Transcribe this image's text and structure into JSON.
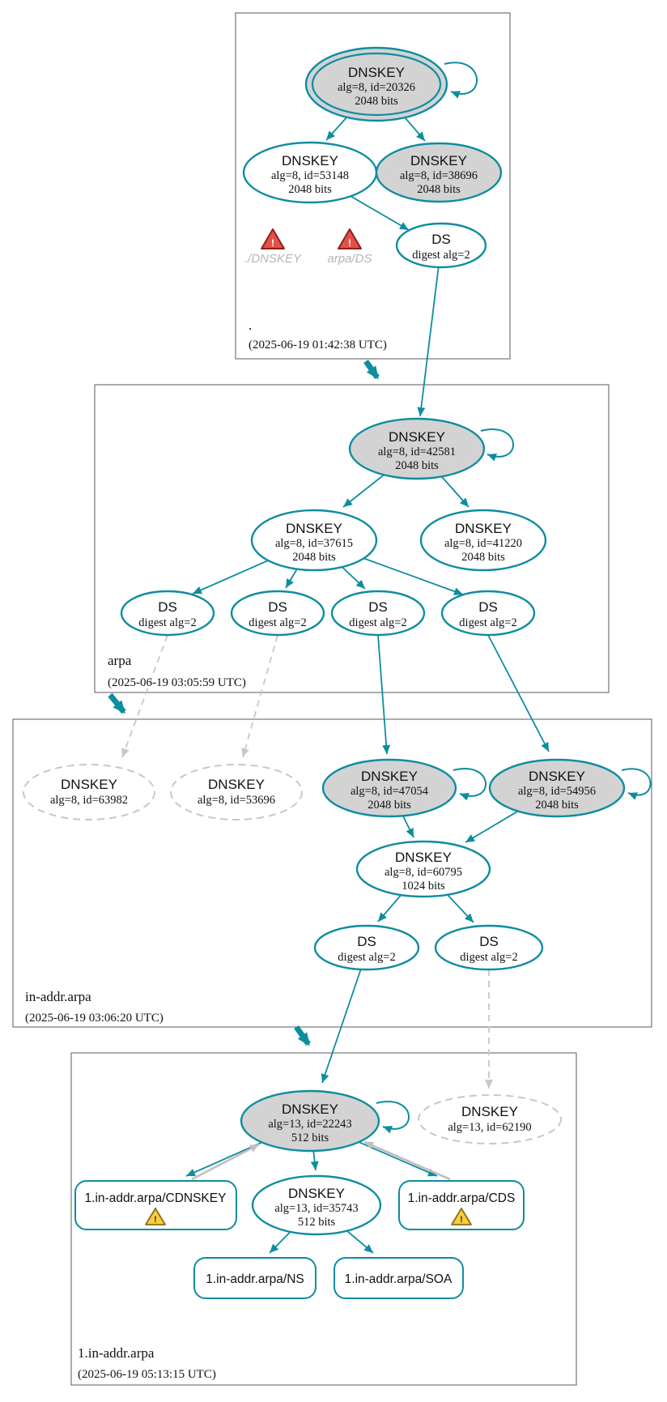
{
  "colors": {
    "teal": "#0e8d9f",
    "node_fill_gray": "#d3d3d3",
    "dashed_gray": "#c8c8c8",
    "edge_gray": "#bfbfbf",
    "error_red": "#e25048",
    "warning_yellow": "#f8ce3d",
    "box_border": "#5a5a5a"
  },
  "zones": [
    {
      "name": ".",
      "timestamp": "(2025-06-19 01:42:38 UTC)"
    },
    {
      "name": "arpa",
      "timestamp": "(2025-06-19 03:05:59 UTC)"
    },
    {
      "name": "in-addr.arpa",
      "timestamp": "(2025-06-19 03:06:20 UTC)"
    },
    {
      "name": "1.in-addr.arpa",
      "timestamp": "(2025-06-19 05:13:15 UTC)"
    }
  ],
  "nodes": {
    "k20326": {
      "title": "DNSKEY",
      "detail1": "alg=8, id=20326",
      "detail2": "2048 bits"
    },
    "k53148": {
      "title": "DNSKEY",
      "detail1": "alg=8, id=53148",
      "detail2": "2048 bits"
    },
    "k38696": {
      "title": "DNSKEY",
      "detail1": "alg=8, id=38696",
      "detail2": "2048 bits"
    },
    "ds_root": {
      "title": "DS",
      "detail1": "digest alg=2"
    },
    "k42581": {
      "title": "DNSKEY",
      "detail1": "alg=8, id=42581",
      "detail2": "2048 bits"
    },
    "k37615": {
      "title": "DNSKEY",
      "detail1": "alg=8, id=37615",
      "detail2": "2048 bits"
    },
    "k41220": {
      "title": "DNSKEY",
      "detail1": "alg=8, id=41220",
      "detail2": "2048 bits"
    },
    "ds_arpa1": {
      "title": "DS",
      "detail1": "digest alg=2"
    },
    "ds_arpa2": {
      "title": "DS",
      "detail1": "digest alg=2"
    },
    "ds_arpa3": {
      "title": "DS",
      "detail1": "digest alg=2"
    },
    "ds_arpa4": {
      "title": "DS",
      "detail1": "digest alg=2"
    },
    "k63982": {
      "title": "DNSKEY",
      "detail1": "alg=8, id=63982"
    },
    "k53696": {
      "title": "DNSKEY",
      "detail1": "alg=8, id=53696"
    },
    "k47054": {
      "title": "DNSKEY",
      "detail1": "alg=8, id=47054",
      "detail2": "2048 bits"
    },
    "k54956": {
      "title": "DNSKEY",
      "detail1": "alg=8, id=54956",
      "detail2": "2048 bits"
    },
    "k60795": {
      "title": "DNSKEY",
      "detail1": "alg=8, id=60795",
      "detail2": "1024 bits"
    },
    "ds_ia1": {
      "title": "DS",
      "detail1": "digest alg=2"
    },
    "ds_ia2": {
      "title": "DS",
      "detail1": "digest alg=2"
    },
    "k22243": {
      "title": "DNSKEY",
      "detail1": "alg=13, id=22243",
      "detail2": "512 bits"
    },
    "k62190": {
      "title": "DNSKEY",
      "detail1": "alg=13, id=62190"
    },
    "k35743": {
      "title": "DNSKEY",
      "detail1": "alg=13, id=35743",
      "detail2": "512 bits"
    },
    "cdnskey": {
      "label": "1.in-addr.arpa/CDNSKEY"
    },
    "cds": {
      "label": "1.in-addr.arpa/CDS"
    },
    "ns": {
      "label": "1.in-addr.arpa/NS"
    },
    "soa": {
      "label": "1.in-addr.arpa/SOA"
    }
  },
  "errors": [
    {
      "label": "./DNSKEY"
    },
    {
      "label": "arpa/DS"
    }
  ],
  "warning_glyph": "!"
}
